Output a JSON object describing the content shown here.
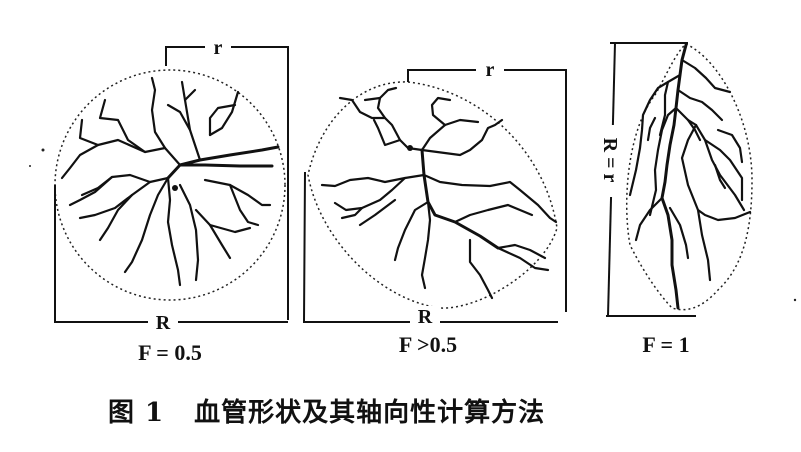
{
  "figure": {
    "caption_label": "图 1",
    "caption_text": "血管形状及其轴向性计算方法",
    "panels": [
      {
        "id": "panel-1",
        "radius_label_top": "r",
        "radius_label_bottom": "R",
        "formula": "F = 0.5",
        "shape": "circle"
      },
      {
        "id": "panel-2",
        "radius_label_top": "r",
        "radius_label_bottom": "R",
        "formula": "F >0.5",
        "shape": "lens"
      },
      {
        "id": "panel-3",
        "radius_label_side": "R = r",
        "formula": "F = 1",
        "shape": "elongated"
      }
    ]
  },
  "colors": {
    "ink": "#111111",
    "background": "#ffffff"
  }
}
